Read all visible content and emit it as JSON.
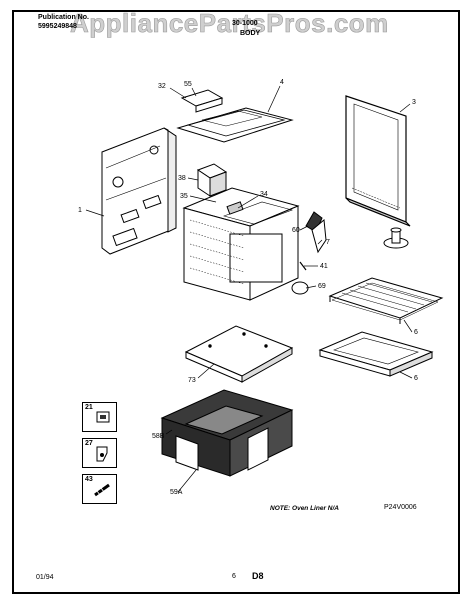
{
  "header": {
    "publication_label": "Publication No.",
    "publication_number": "5995249848",
    "model_code": "30-1000",
    "section_title": "BODY"
  },
  "watermark": "AppliancePartsPros.com",
  "callouts": [
    "32",
    "55",
    "4",
    "3",
    "38",
    "35",
    "34",
    "1",
    "60",
    "7",
    "41",
    "69",
    "6",
    "6",
    "73",
    "58B",
    "59A",
    "21",
    "27",
    "43"
  ],
  "note_text": "NOTE: Oven Liner N/A",
  "figure_code": "P24V0006",
  "footer": {
    "date": "01/94",
    "page": "6",
    "code": "D8"
  },
  "colors": {
    "line": "#000000",
    "watermark": "#cfcfcf",
    "insulation": "#2a2a2a"
  }
}
